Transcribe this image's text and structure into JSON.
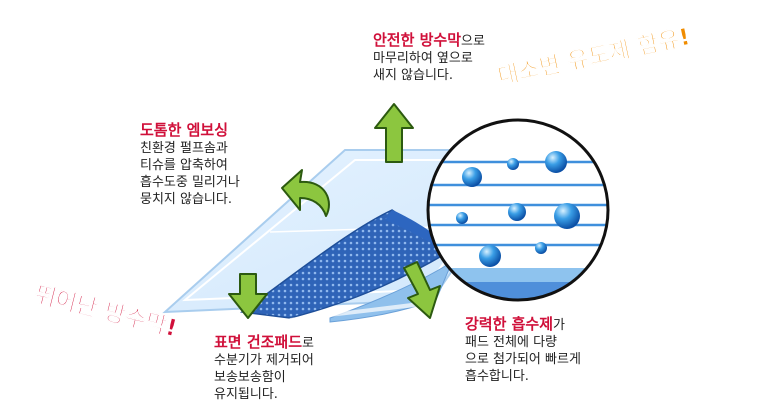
{
  "colors": {
    "accent_red": "#d0103a",
    "slogan_orange": "#f08c00",
    "arrow_green": "#8cc63f",
    "pad_blue": "#3f78c8",
    "droplet_blue": "#2a86d8"
  },
  "callouts": {
    "barrier": {
      "highlight": "안전한 방수막",
      "suffix": "으로",
      "lines": [
        "마무리하여 옆으로",
        "새지 않습니다."
      ]
    },
    "embossing": {
      "highlight": "도톰한 엠보싱",
      "suffix": "",
      "lines": [
        "친환경 펄프솜과",
        "티슈를 압축하여",
        "흡수도중 밀리거나",
        "뭉치지 않습니다."
      ]
    },
    "dry_pad": {
      "highlight": "표면 건조패드",
      "suffix": "로",
      "lines": [
        "수분기가 제거되어",
        "보송보송함이",
        "유지됩니다."
      ]
    },
    "absorbent": {
      "highlight": "강력한 흡수제",
      "suffix": "가",
      "lines": [
        "패드 전체에 다량",
        "으로 첨가되어 빠르게",
        "흡수합니다."
      ]
    }
  },
  "slogans": {
    "attractant": "대소변 유도제 함유!",
    "waterproof": "뛰어난 방수막!"
  },
  "icons": [
    "up-arrow-icon",
    "curved-arrow-icon",
    "down-arrow-icon",
    "down-right-arrow-icon",
    "water-droplet-icon"
  ]
}
